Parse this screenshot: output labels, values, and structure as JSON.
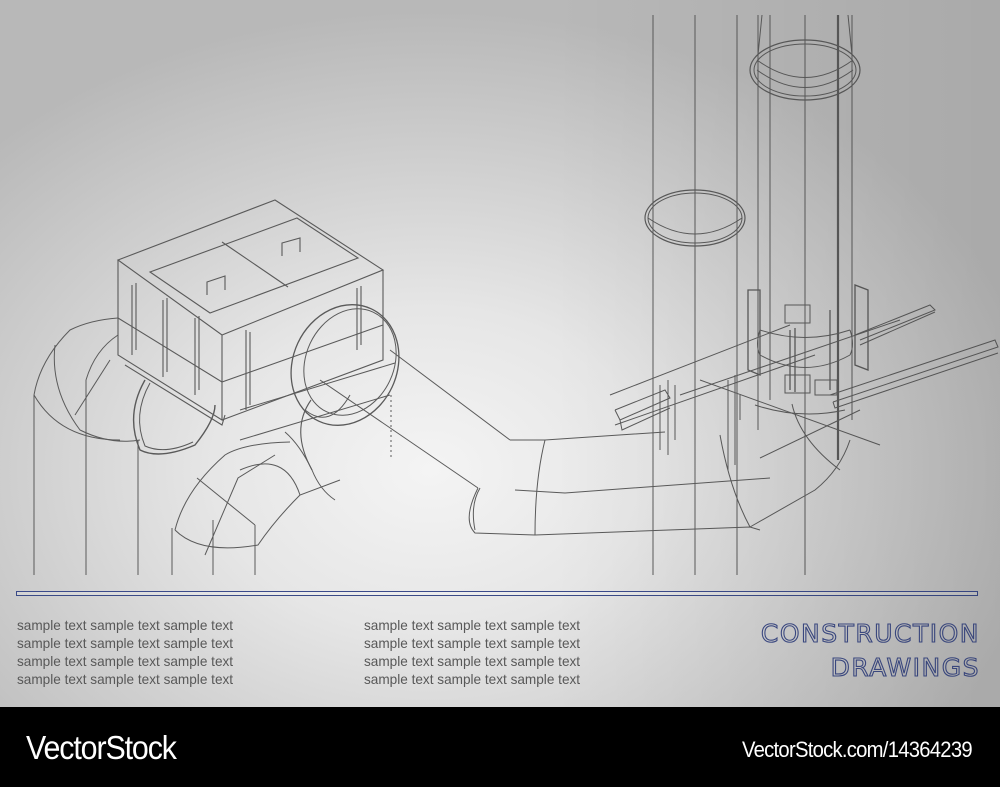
{
  "illustration": {
    "subject": "isometric wireframe construction drawing of industrial pipes, rectangular box housing with flanged connections, and vertical stacks with steel beam supports",
    "line_color": "#5a5a5a",
    "background_gradient": [
      "#f4f4f4",
      "#b8b8b8"
    ]
  },
  "divider": {
    "color": "#3b4a8a"
  },
  "sample_text": {
    "column_1": [
      "sample text sample text sample text",
      "sample text sample text sample text",
      "sample text sample text sample text",
      "sample text sample text sample text"
    ],
    "column_2": [
      "sample text sample text sample text",
      "sample text sample text sample text",
      "sample text sample text sample text",
      "sample text sample text sample text"
    ]
  },
  "title": {
    "line_1": "CONSTRUCTION",
    "line_2": "DRAWINGS",
    "outline_color": "#3d4b85"
  },
  "footer": {
    "brand": "VectorStock",
    "asset_id": "VectorStock.com/14364239"
  }
}
